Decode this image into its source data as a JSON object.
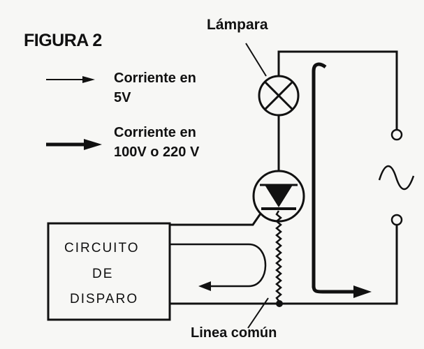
{
  "figure": {
    "title": "FIGURA 2",
    "lamp_label": "Lámpara",
    "legend": {
      "low_current": {
        "line1": "Corriente en",
        "line2": "5V"
      },
      "high_current": {
        "line1": "Corriente en",
        "line2": "100V o 220 V"
      }
    },
    "trigger_box": {
      "line1": "CIRCUITO",
      "line2": "DE",
      "line3": "DISPARO"
    },
    "common_line_label": "Linea común"
  },
  "colors": {
    "ink": "#111111",
    "paper": "#f7f7f5"
  }
}
